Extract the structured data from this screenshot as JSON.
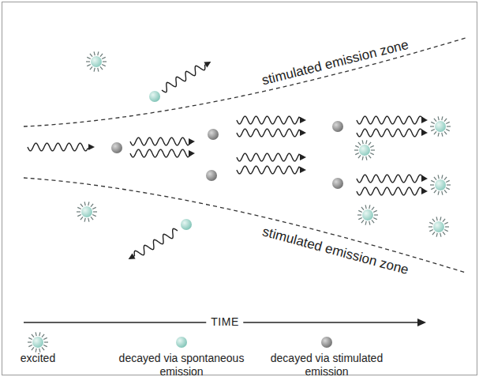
{
  "diagram": {
    "labels": [
      "stimulated emission zone",
      "stimulated emission zone",
      "TIME"
    ],
    "legend": [
      {
        "text": "excited"
      },
      {
        "text": "decayed via spontaneous emission"
      },
      {
        "text": "decayed via stimulated emission"
      }
    ]
  }
}
